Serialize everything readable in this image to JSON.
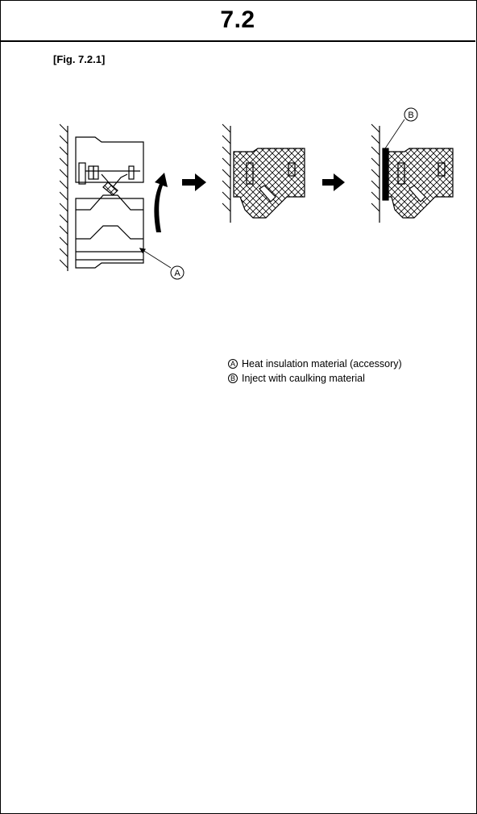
{
  "header": {
    "title": "7.2"
  },
  "figure": {
    "label": "[Fig. 7.2.1]",
    "callout_a": "A",
    "callout_b": "B"
  },
  "legend": {
    "items": [
      {
        "mark": "A",
        "text": "Heat insulation material (accessory)"
      },
      {
        "mark": "B",
        "text": "Inject with caulking material"
      }
    ]
  }
}
